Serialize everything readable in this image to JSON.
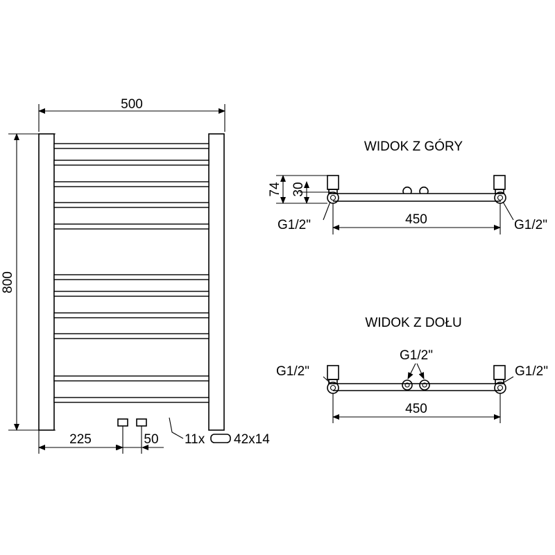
{
  "front_view": {
    "width_label": "500",
    "height_label": "800",
    "inlet_offset_label": "225",
    "inlet_spacing_label": "50",
    "tube_count_label": "11x",
    "tube_size_label": "42x14",
    "bar_count": 11
  },
  "top_view": {
    "title": "WIDOK Z GÓRY",
    "depth_label": "74",
    "pipe_depth_label": "30",
    "connection_left": "G1/2\"",
    "connection_right": "G1/2\"",
    "span_label": "450"
  },
  "bottom_view": {
    "title": "WIDOK Z DOŁU",
    "connection_left": "G1/2\"",
    "connection_center": "G1/2\"",
    "connection_right": "G1/2\"",
    "span_label": "450"
  }
}
